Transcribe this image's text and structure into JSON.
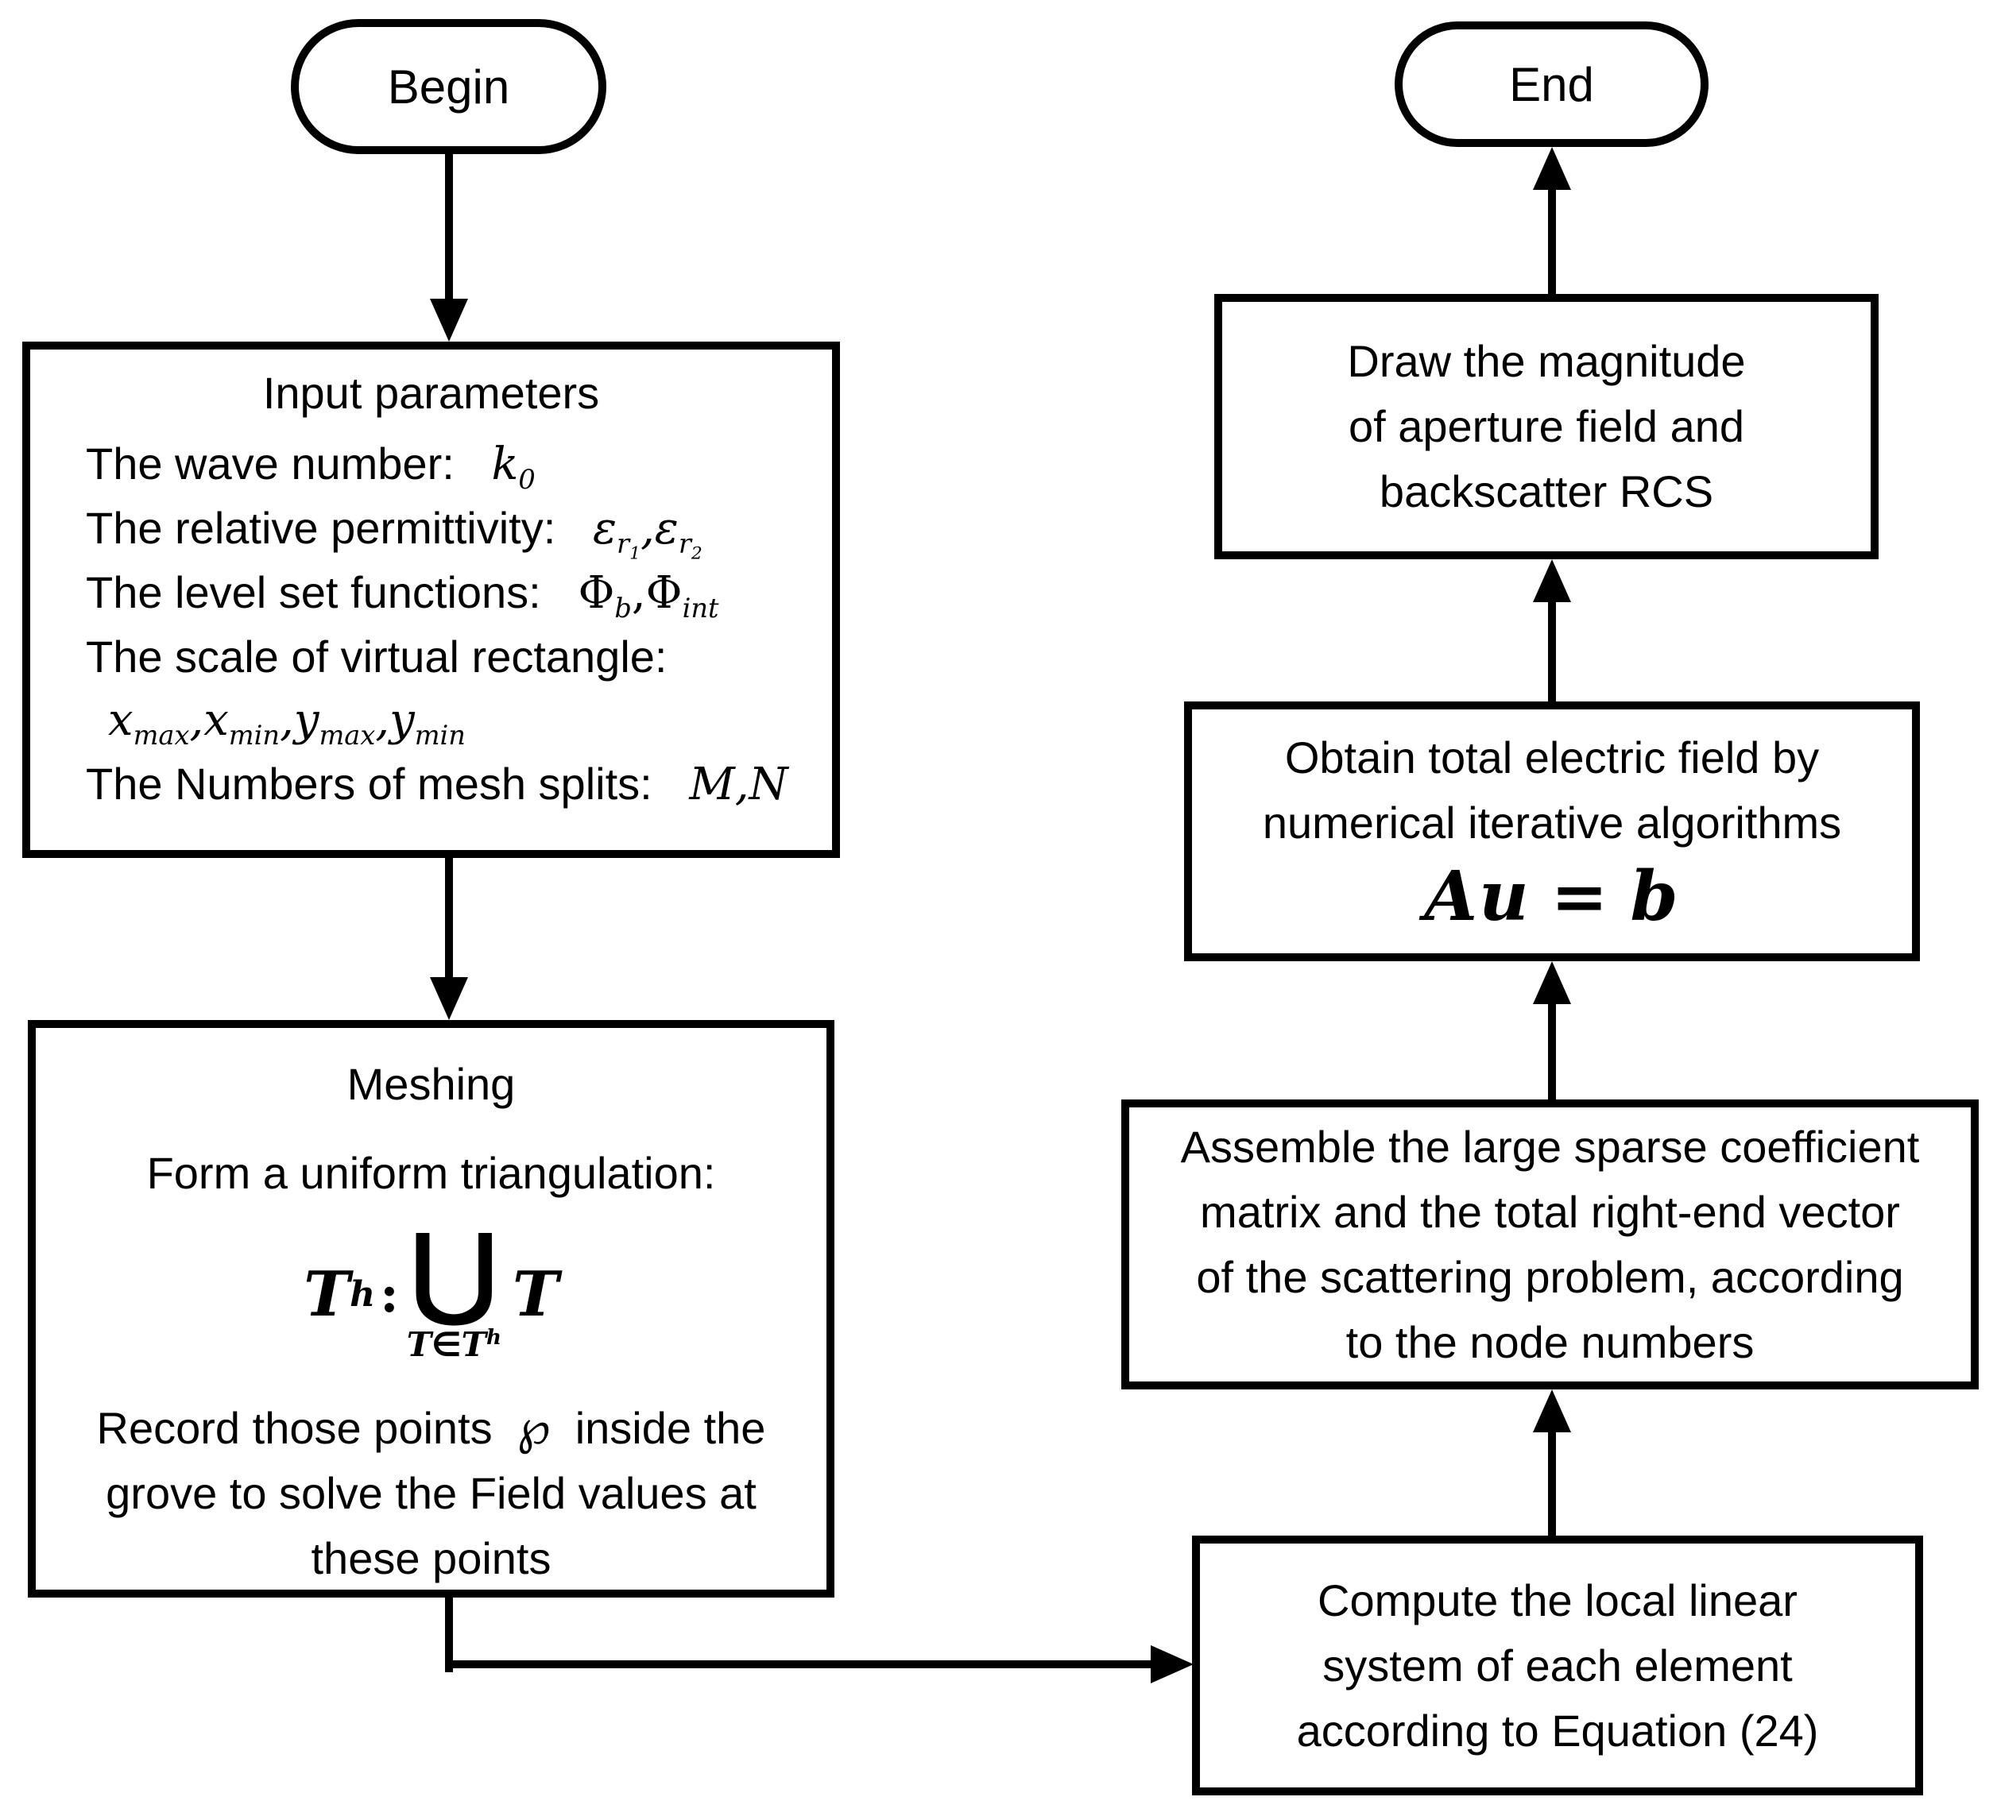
{
  "colors": {
    "ink": "#000000",
    "paper": "#ffffff"
  },
  "begin": {
    "label": "Begin"
  },
  "end": {
    "label": "End"
  },
  "input_box": {
    "title": "Input parameters",
    "comma": ",",
    "wave_label": "The wave number:",
    "wave_base": "k",
    "wave_sub": "0",
    "perm_label": "The relative permittivity:",
    "perm_eps1": "ε",
    "perm_sub1": "r",
    "perm_sub1_idx": "1",
    "perm_eps2": "ε",
    "perm_sub2": "r",
    "perm_sub2_idx": "2",
    "level_label": "The level set functions:",
    "level_phi1": "Φ",
    "level_sub1": "b",
    "level_phi2": "Φ",
    "level_sub2": "int",
    "scale_label": "The scale of virtual rectangle:",
    "scale_terms": [
      {
        "base": "x",
        "sub": "max"
      },
      {
        "base": "x",
        "sub": "min"
      },
      {
        "base": "y",
        "sub": "max"
      },
      {
        "base": "y",
        "sub": "min"
      }
    ],
    "splits_label": "The Numbers of mesh splits:",
    "splits_value": "M,N"
  },
  "meshing_box": {
    "title": "Meshing",
    "subtitle": "Form a uniform triangulation:",
    "formula_t": "T",
    "formula_t_sup": "h",
    "formula_colon": ":",
    "formula_union": "⋃",
    "formula_elem": "T",
    "formula_under_left": "T",
    "formula_under_in": "∈",
    "formula_under_t": "T",
    "formula_under_sup": "h",
    "record_pre": "Record those points",
    "record_p": "℘",
    "record_post": "inside the",
    "record_line2": "grove to solve the Field values at",
    "record_line3": "these points"
  },
  "draw_box": {
    "lines": [
      "Draw the magnitude",
      "of aperture field and",
      "backscatter RCS"
    ]
  },
  "obtain_box": {
    "lines": [
      "Obtain total electric field by",
      "numerical iterative algorithms"
    ],
    "eq_lhs": "Au",
    "eq_sign": "=",
    "eq_rhs": "b"
  },
  "assemble_box": {
    "lines": [
      "Assemble the large sparse coefficient",
      "matrix and the total right-end vector",
      "of the scattering problem, according",
      "to the node numbers"
    ]
  },
  "compute_box": {
    "lines": [
      "Compute the local linear",
      "system of each element",
      "according to Equation (24)"
    ]
  }
}
